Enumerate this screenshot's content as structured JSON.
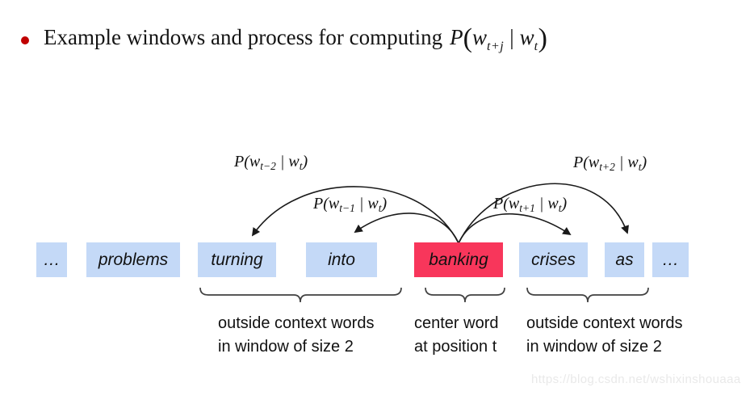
{
  "title": {
    "text": "Example windows and process for computing",
    "math": {
      "p": "P",
      "open": "(",
      "w1": "w",
      "sub1": "t+j",
      "bar": "|",
      "w2": "w",
      "sub2": "t",
      "close": ")"
    }
  },
  "prob_labels": [
    {
      "pre": "P(w",
      "sub1": "t−2",
      "mid": " | w",
      "sub2": "t",
      "post": ")"
    },
    {
      "pre": "P(w",
      "sub1": "t−1",
      "mid": " | w",
      "sub2": "t",
      "post": ")"
    },
    {
      "pre": "P(w",
      "sub1": "t+1",
      "mid": " | w",
      "sub2": "t",
      "post": ")"
    },
    {
      "pre": "P(w",
      "sub1": "t+2",
      "mid": " | w",
      "sub2": "t",
      "post": ")"
    }
  ],
  "words": [
    {
      "text": "…",
      "highlight": false
    },
    {
      "text": "problems",
      "highlight": false
    },
    {
      "text": "turning",
      "highlight": false
    },
    {
      "text": "into",
      "highlight": false
    },
    {
      "text": "banking",
      "highlight": true
    },
    {
      "text": "crises",
      "highlight": false
    },
    {
      "text": "as",
      "highlight": false
    },
    {
      "text": "…",
      "highlight": false
    }
  ],
  "annotations": {
    "left": {
      "line1": "outside context words",
      "line2": "in window of size 2"
    },
    "center": {
      "line1": "center word",
      "line2": "at position t"
    },
    "right": {
      "line1": "outside context words",
      "line2": "in window of size 2"
    }
  },
  "watermark": "https://blog.csdn.net/wshixinshouaaa",
  "colors": {
    "context_box": "#C4D9F7",
    "center_box": "#F8365B",
    "bullet": "#C00000",
    "arrow": "#1A1A1A",
    "brace": "#404040",
    "watermark": "#E9E9E9"
  }
}
